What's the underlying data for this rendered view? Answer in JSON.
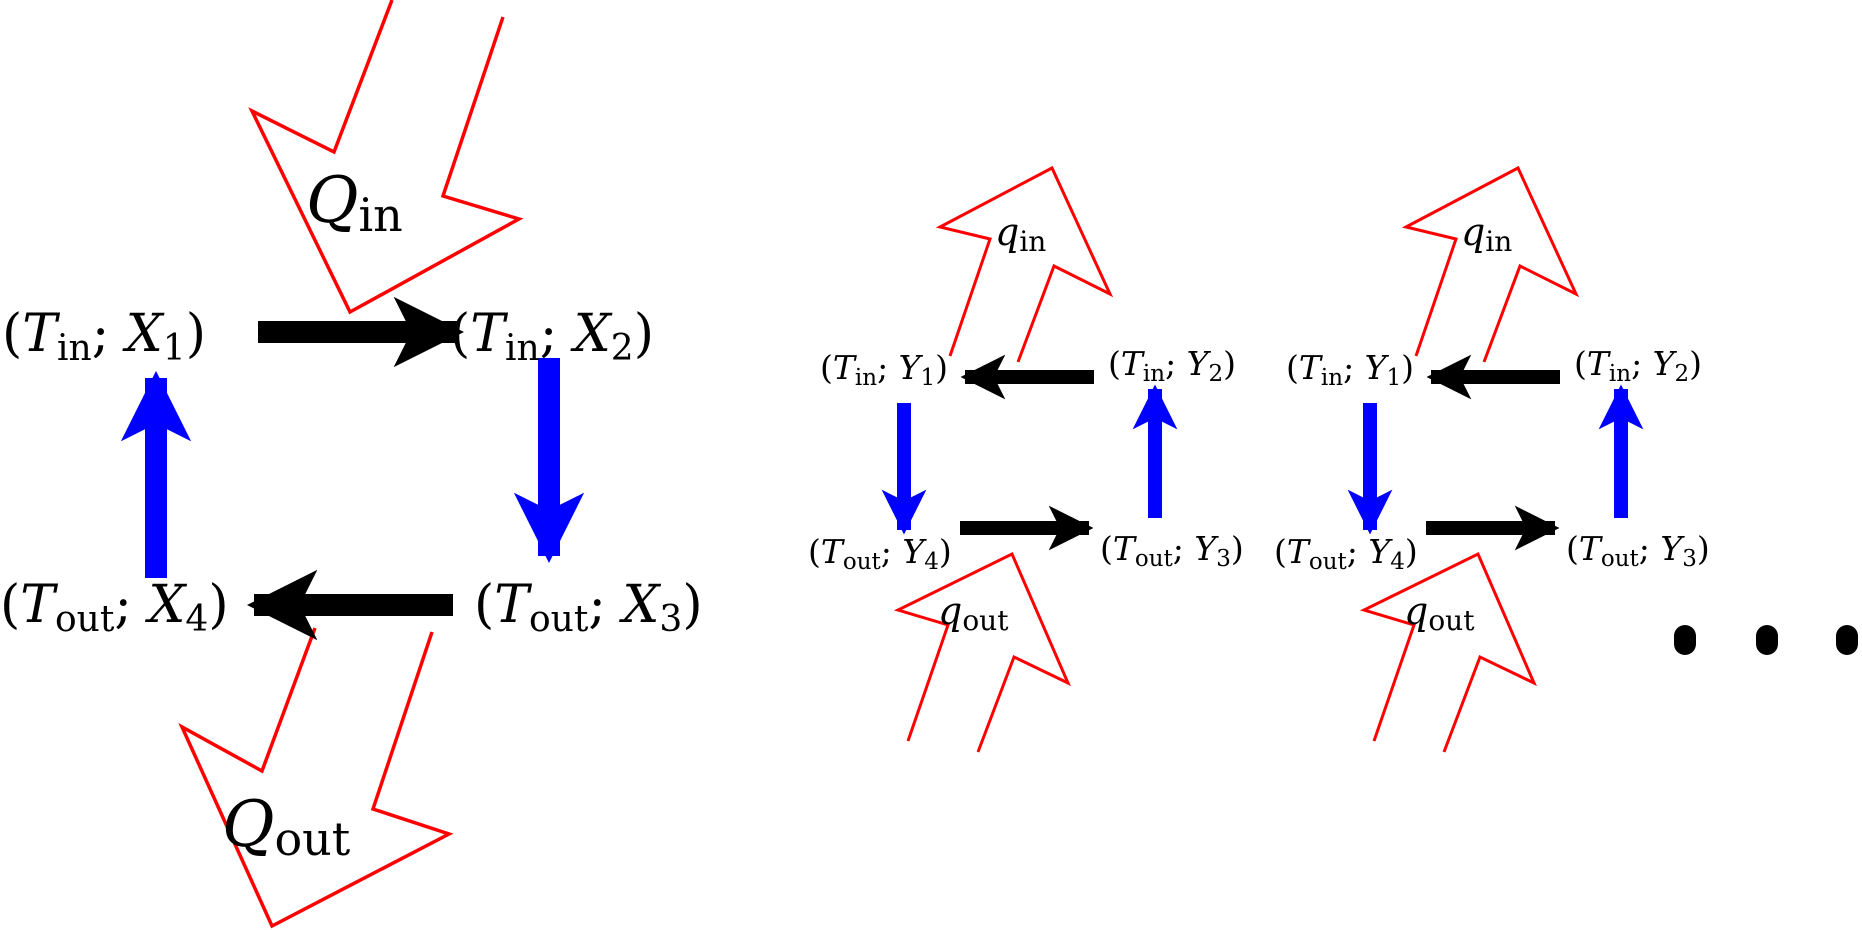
{
  "colors": {
    "work_arrow": "#000000",
    "transfer_arrow": "#0000ff",
    "heat_outline": "#ff0000",
    "background": "#ffffff"
  },
  "main_cycle": {
    "heat_in": {
      "sym": "Q",
      "sub": "in"
    },
    "heat_out": {
      "sym": "Q",
      "sub": "out"
    },
    "states": [
      {
        "t": "T",
        "t_sub": "in",
        "v": "X",
        "v_sub": "1"
      },
      {
        "t": "T",
        "t_sub": "in",
        "v": "X",
        "v_sub": "2"
      },
      {
        "t": "T",
        "t_sub": "out",
        "v": "X",
        "v_sub": "3"
      },
      {
        "t": "T",
        "t_sub": "out",
        "v": "X",
        "v_sub": "4"
      }
    ]
  },
  "sub_cycles": [
    {
      "heat_in": {
        "sym": "q",
        "sub": "in"
      },
      "heat_out": {
        "sym": "q",
        "sub": "out"
      },
      "states": [
        {
          "t": "T",
          "t_sub": "in",
          "v": "Y",
          "v_sub": "1"
        },
        {
          "t": "T",
          "t_sub": "in",
          "v": "Y",
          "v_sub": "2"
        },
        {
          "t": "T",
          "t_sub": "out",
          "v": "Y",
          "v_sub": "3"
        },
        {
          "t": "T",
          "t_sub": "out",
          "v": "Y",
          "v_sub": "4"
        }
      ]
    },
    {
      "heat_in": {
        "sym": "q",
        "sub": "in"
      },
      "heat_out": {
        "sym": "q",
        "sub": "out"
      },
      "states": [
        {
          "t": "T",
          "t_sub": "in",
          "v": "Y",
          "v_sub": "1"
        },
        {
          "t": "T",
          "t_sub": "in",
          "v": "Y",
          "v_sub": "2"
        },
        {
          "t": "T",
          "t_sub": "out",
          "v": "Y",
          "v_sub": "3"
        },
        {
          "t": "T",
          "t_sub": "out",
          "v": "Y",
          "v_sub": "4"
        }
      ]
    }
  ],
  "continuation": {
    "count": 3
  }
}
